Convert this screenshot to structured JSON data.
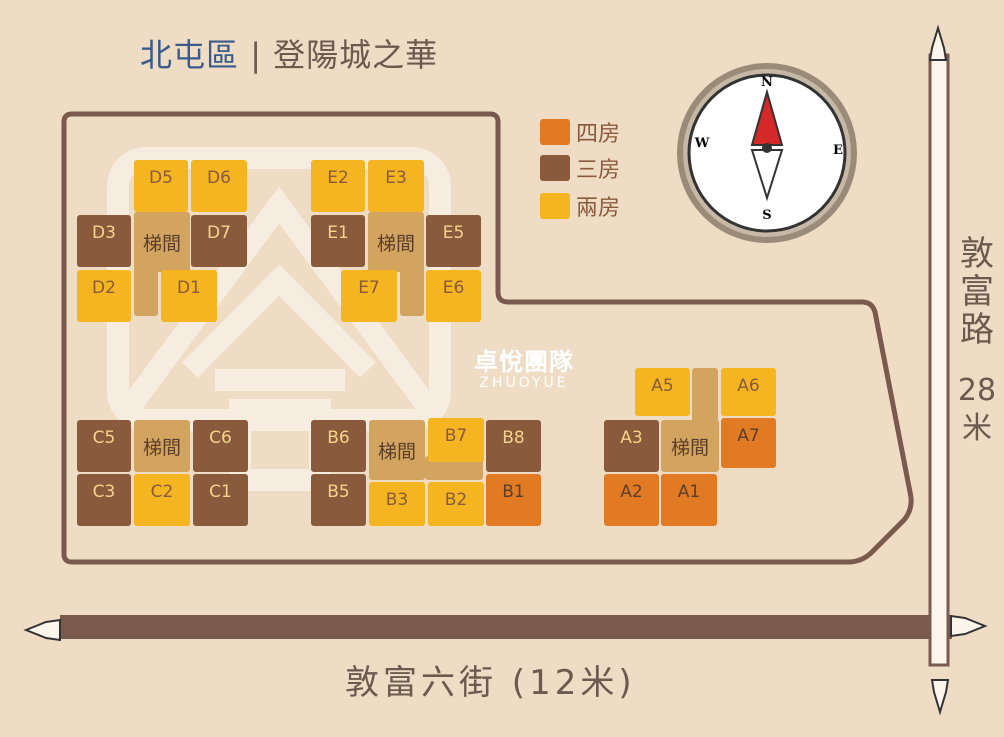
{
  "title": {
    "district": "北屯區",
    "separator": "|",
    "project": "登陽城之華"
  },
  "colors": {
    "four_room": "#e17a23",
    "three_room": "#8a5a3c",
    "two_room": "#f4b521",
    "stair": "#d3a460",
    "outline": "#7a5a4c",
    "background": "#eedcc5"
  },
  "legend": [
    {
      "label": "四房",
      "color": "#e17a23"
    },
    {
      "label": "三房",
      "color": "#8a5a3c"
    },
    {
      "label": "兩房",
      "color": "#f4b521"
    }
  ],
  "compass": {
    "n": "N",
    "s": "S",
    "e": "E",
    "w": "W"
  },
  "brand": {
    "cn": "卓悅團隊",
    "en": "ZHUOYUE"
  },
  "roads": {
    "bottom": "敦富六街 (12米)",
    "right_name": [
      "敦",
      "富",
      "路"
    ],
    "right_width": [
      "28",
      "米"
    ]
  },
  "stair_label": "梯間",
  "units": {
    "D5": "D5",
    "D6": "D6",
    "D3": "D3",
    "D7": "D7",
    "D2": "D2",
    "D1": "D1",
    "E2": "E2",
    "E3": "E3",
    "E1": "E1",
    "E5": "E5",
    "E7": "E7",
    "E6": "E6",
    "C5": "C5",
    "C6": "C6",
    "C3": "C3",
    "C2": "C2",
    "C1": "C1",
    "B6": "B6",
    "B7": "B7",
    "B8": "B8",
    "B5": "B5",
    "B3": "B3",
    "B2": "B2",
    "B1": "B1",
    "A5": "A5",
    "A6": "A6",
    "A3": "A3",
    "A7": "A7",
    "A2": "A2",
    "A1": "A1"
  }
}
